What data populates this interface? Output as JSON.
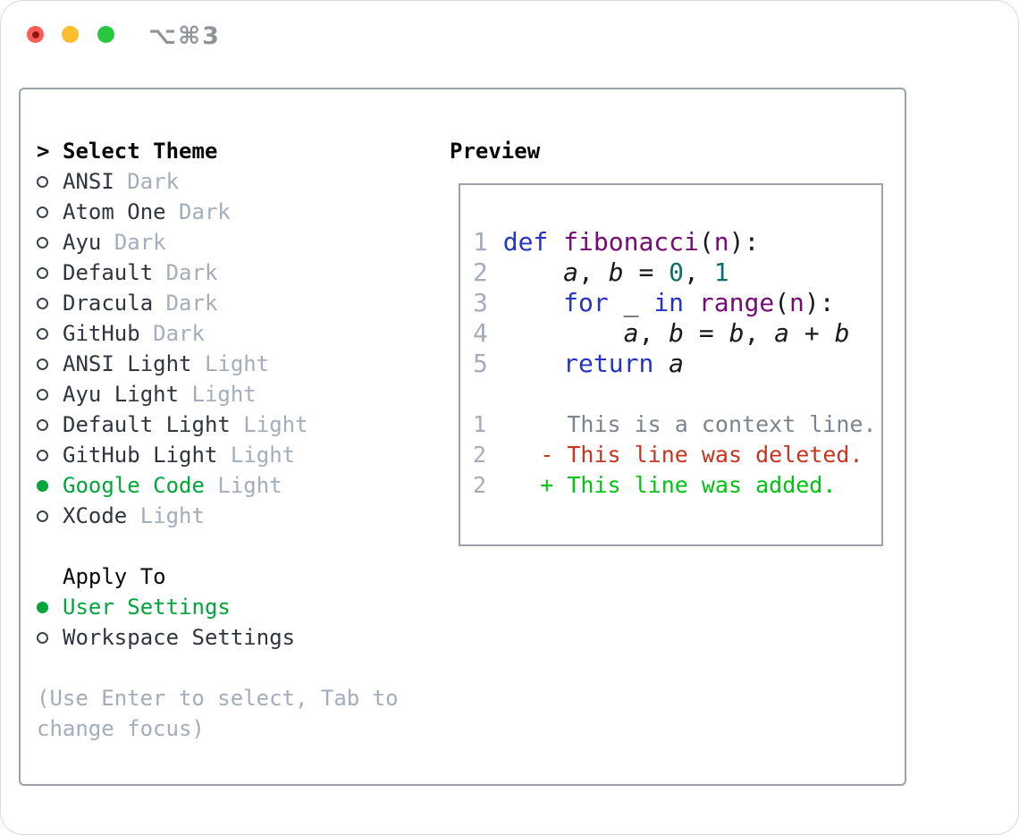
{
  "window": {
    "title": "⌥⌘3"
  },
  "colors": {
    "accent_green": "#00a53c",
    "diff_added": "#00c313",
    "diff_deleted": "#c53520",
    "keyword_blue": "#2433c8",
    "function_purple": "#750c75",
    "literal_teal": "#0b6e6e",
    "muted_gray": "#a3adbb",
    "context_gray": "#7c848e",
    "panel_border": "#99a2ad",
    "traffic_red": "#fe5e57",
    "traffic_yellow": "#febc2f",
    "traffic_green": "#29c73f"
  },
  "theme_selector": {
    "prompt": ">",
    "title": "Select Theme",
    "items": [
      {
        "name": "ANSI",
        "variant": "Dark",
        "selected": false
      },
      {
        "name": "Atom One",
        "variant": "Dark",
        "selected": false
      },
      {
        "name": "Ayu",
        "variant": "Dark",
        "selected": false
      },
      {
        "name": "Default",
        "variant": "Dark",
        "selected": false
      },
      {
        "name": "Dracula",
        "variant": "Dark",
        "selected": false
      },
      {
        "name": "GitHub",
        "variant": "Dark",
        "selected": false
      },
      {
        "name": "ANSI Light",
        "variant": "Light",
        "selected": false
      },
      {
        "name": "Ayu Light",
        "variant": "Light",
        "selected": false
      },
      {
        "name": "Default Light",
        "variant": "Light",
        "selected": false
      },
      {
        "name": "GitHub Light",
        "variant": "Light",
        "selected": false
      },
      {
        "name": "Google Code",
        "variant": "Light",
        "selected": true
      },
      {
        "name": "XCode",
        "variant": "Light",
        "selected": false
      }
    ]
  },
  "apply_to": {
    "title": "Apply To",
    "options": [
      {
        "label": "User Settings",
        "selected": true
      },
      {
        "label": "Workspace Settings",
        "selected": false
      }
    ]
  },
  "hint": {
    "line1": "(Use Enter to select, Tab to",
    "line2": "change focus)"
  },
  "preview": {
    "title": "Preview",
    "code_lines": [
      {
        "tokens": [
          {
            "t": "1 ",
            "c": "num"
          },
          {
            "t": "def ",
            "c": "kw"
          },
          {
            "t": "fibonacci",
            "c": "fn"
          },
          {
            "t": "(",
            "c": "pln"
          },
          {
            "t": "n",
            "c": "fn"
          },
          {
            "t": "):",
            "c": "pln"
          }
        ]
      },
      {
        "tokens": [
          {
            "t": "2 ",
            "c": "num"
          },
          {
            "t": "    ",
            "c": "pln"
          },
          {
            "t": "a",
            "c": "var"
          },
          {
            "t": ", ",
            "c": "pln"
          },
          {
            "t": "b",
            "c": "var"
          },
          {
            "t": " = ",
            "c": "pln"
          },
          {
            "t": "0",
            "c": "lit"
          },
          {
            "t": ", ",
            "c": "pln"
          },
          {
            "t": "1",
            "c": "lit"
          }
        ]
      },
      {
        "tokens": [
          {
            "t": "3 ",
            "c": "num"
          },
          {
            "t": "    ",
            "c": "pln"
          },
          {
            "t": "for",
            "c": "kw"
          },
          {
            "t": " _ ",
            "c": "pln"
          },
          {
            "t": "in",
            "c": "kw"
          },
          {
            "t": " ",
            "c": "pln"
          },
          {
            "t": "range",
            "c": "fn"
          },
          {
            "t": "(",
            "c": "pln"
          },
          {
            "t": "n",
            "c": "fn"
          },
          {
            "t": "):",
            "c": "pln"
          }
        ]
      },
      {
        "tokens": [
          {
            "t": "4 ",
            "c": "num"
          },
          {
            "t": "        ",
            "c": "pln"
          },
          {
            "t": "a",
            "c": "var"
          },
          {
            "t": ", ",
            "c": "pln"
          },
          {
            "t": "b",
            "c": "var"
          },
          {
            "t": " = ",
            "c": "pln"
          },
          {
            "t": "b",
            "c": "var"
          },
          {
            "t": ", ",
            "c": "pln"
          },
          {
            "t": "a",
            "c": "var"
          },
          {
            "t": " + ",
            "c": "pln"
          },
          {
            "t": "b",
            "c": "var"
          }
        ]
      },
      {
        "tokens": [
          {
            "t": "5 ",
            "c": "num"
          },
          {
            "t": "    ",
            "c": "pln"
          },
          {
            "t": "return",
            "c": "kw"
          },
          {
            "t": " ",
            "c": "pln"
          },
          {
            "t": "a",
            "c": "var"
          }
        ]
      },
      {
        "blank": true
      },
      {
        "small": true,
        "tokens": [
          {
            "t": "1",
            "c": "num"
          },
          {
            "t": "      This is a context line.",
            "c": "ctx"
          }
        ]
      },
      {
        "small": true,
        "tokens": [
          {
            "t": "2",
            "c": "num"
          },
          {
            "t": "    - This line was deleted.",
            "c": "del"
          }
        ]
      },
      {
        "small": true,
        "tokens": [
          {
            "t": "2",
            "c": "num"
          },
          {
            "t": "    + This line was added.",
            "c": "add"
          }
        ]
      }
    ]
  }
}
